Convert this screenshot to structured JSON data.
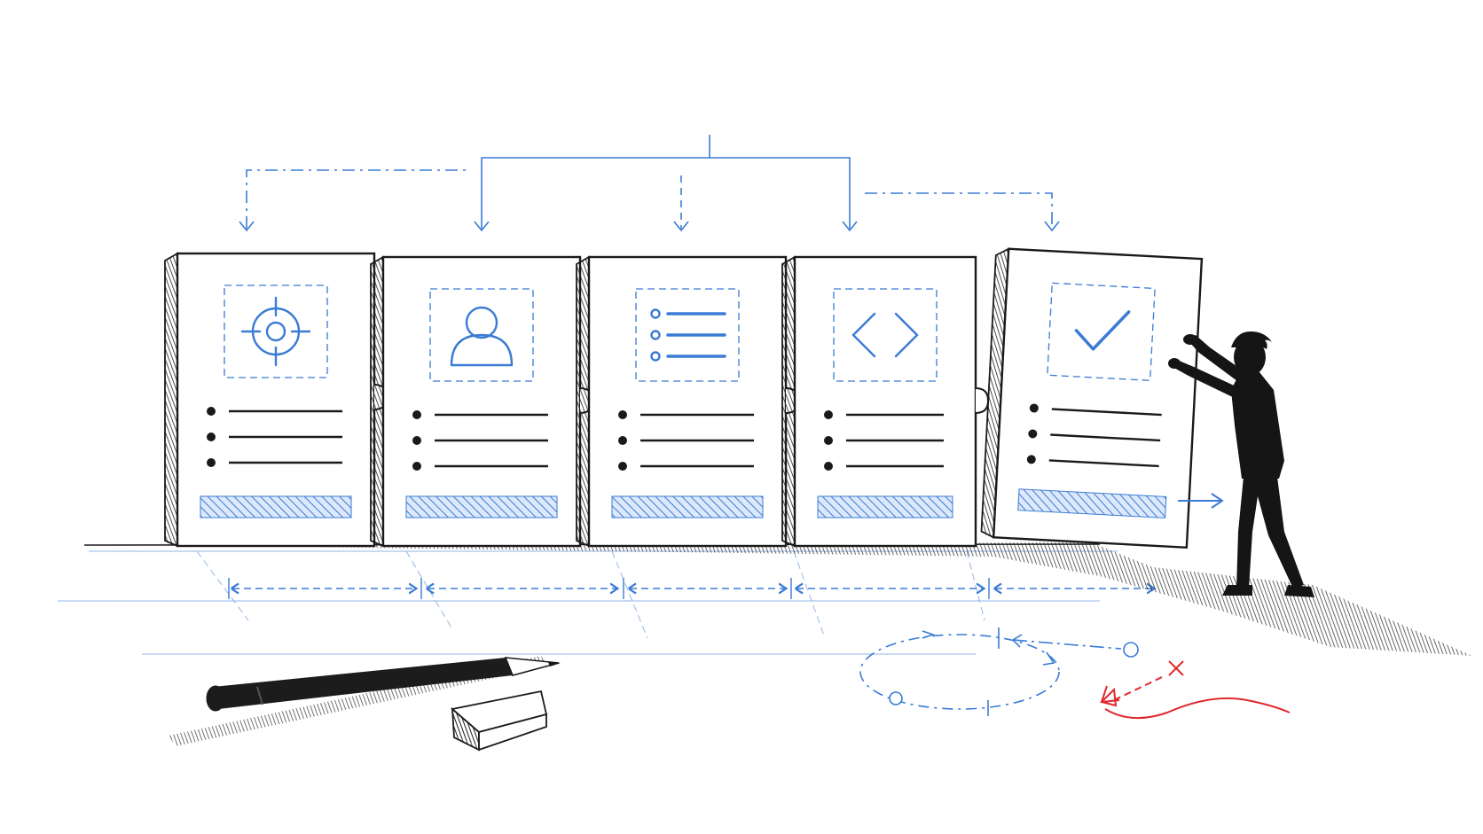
{
  "colors": {
    "ink": "#1a1a1a",
    "blue": "#3a7bd5",
    "red": "#e0282e",
    "paper": "#ffffff",
    "hatch": "#3a7bd5",
    "shadow": "#2a2a2a"
  },
  "cards": [
    {
      "icon": "target-icon",
      "bullets": 3
    },
    {
      "icon": "user-icon",
      "bullets": 3
    },
    {
      "icon": "list-icon",
      "bullets": 3
    },
    {
      "icon": "code-brackets-icon",
      "bullets": 3
    },
    {
      "icon": "checkmark-icon",
      "bullets": 3
    }
  ],
  "figure": {
    "description_icon": "person-pushing-card-icon"
  },
  "props": {
    "pencil_icon": "pencil-icon",
    "eraser_icon": "eraser-icon"
  }
}
